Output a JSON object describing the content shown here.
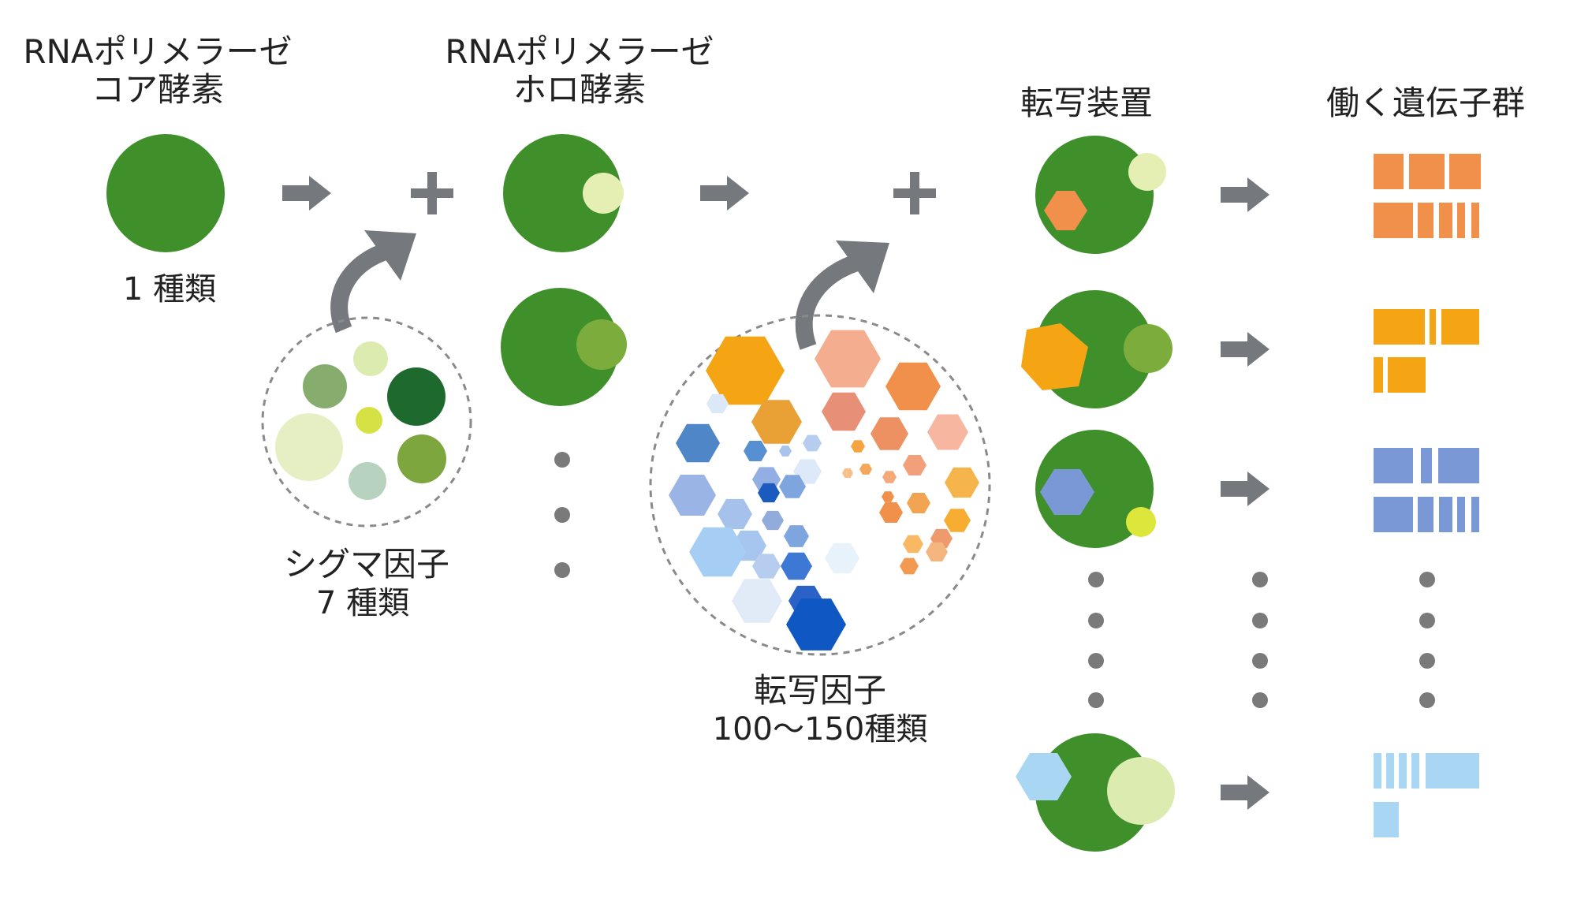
{
  "labels": {
    "core_line1": "RNAポリメラーゼ",
    "core_line2": "コア酵素",
    "core_count": "1 種類",
    "holo_line1": "RNAポリメラーゼ",
    "holo_line2": "ホロ酵素",
    "sigma_line1": "シグマ因子",
    "sigma_line2": "7 種類",
    "tf_line1": "転写因子",
    "tf_line2": "100〜150種類",
    "machinery": "転写装置",
    "genes": "働く遺伝子群"
  },
  "colors": {
    "polymerase": "#3f8f2a",
    "arrow": "#75787c",
    "orange_gene": "#f0904a",
    "amber_gene": "#f5a414",
    "blue_gene": "#7a98d6",
    "lightblue_gene": "#a9d6f2"
  },
  "icons": [
    "right-arrow-icon",
    "plus-icon",
    "curved-arrow-icon",
    "ellipsis-dots-icon"
  ]
}
